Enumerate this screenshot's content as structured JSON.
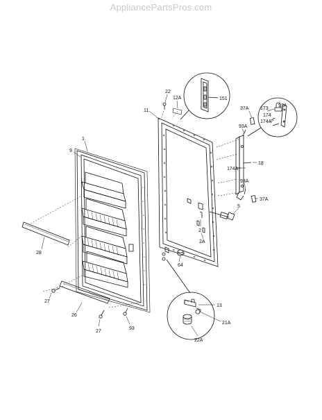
{
  "watermark": "AppliancePartsPros.com",
  "labels": {
    "l22": "22",
    "l12a": "12A",
    "l151": "151",
    "l11": "11",
    "l37a_top": "37A",
    "l173": "173",
    "l93a_r": "93A",
    "l174": "174",
    "l174a_r": "174A",
    "l93a_l": "93A",
    "l174a_l": "174A",
    "l18": "18",
    "l93a_b": "93A",
    "l37a_b": "37A",
    "l5": "5",
    "l2": "2",
    "l2a": "2A",
    "l64": "64",
    "l1": "1",
    "l9": "9",
    "l28": "28",
    "l27_top": "27",
    "l26": "26",
    "l27_bot": "27",
    "l93": "93",
    "l13": "13",
    "l21a": "21A",
    "l22a": "22A"
  }
}
